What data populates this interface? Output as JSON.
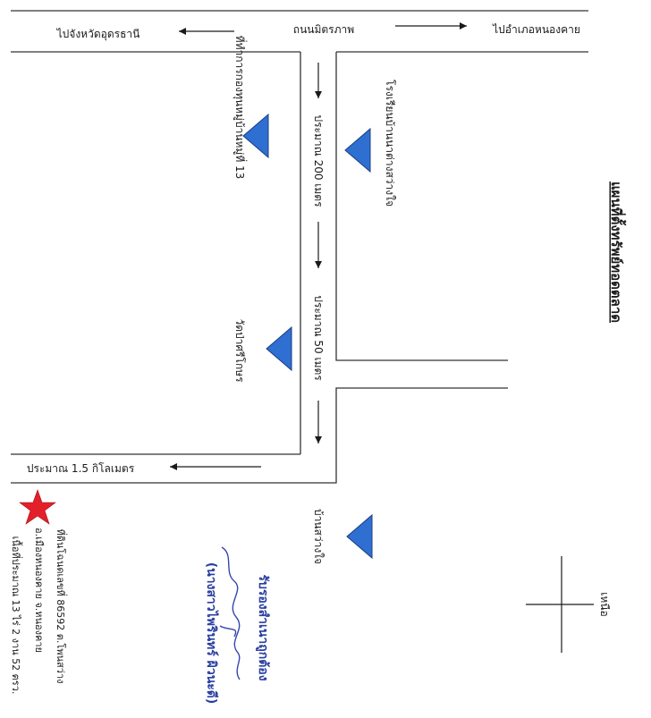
{
  "map": {
    "title": "แผนที่ตั้งทรัพย์ทอดตลาด",
    "main_road": "ถนนมิตรภาพ",
    "direction_left": "ไปจังหวัดอุดรธานี",
    "direction_right": "ไปอำเภอหนองคาย",
    "distance_200": "ประมาณ 200 เมตร",
    "distance_50": "ประมาณ 50 เมตร",
    "distance_1_5": "ประมาณ 1.5 กิโลเมตร",
    "north_label": "เหนือ"
  },
  "landmarks": [
    {
      "label": "ที่ทำการกองทุนหมู่บ้านหมู่ที่ 13"
    },
    {
      "label": "โรงเรียนบ้านนาต่างสว่างใจ"
    },
    {
      "label": "วัดป่าศรีโกษร"
    },
    {
      "label": "บ้านสว่างใจ"
    }
  ],
  "property": {
    "line1": "ที่ดินโฉนดเลขที่ 86592 ต.โพนสว่าง",
    "line2": "อ.เมืองหนองคาย จ.หนองคาย",
    "line3": "เนื้อที่ประมาณ 13 ไร่ 2 งาน 52 ตรว."
  },
  "certification": {
    "title": "รับรองสำเนาถูกต้อง",
    "name": "(นางสาวไพรินทร์ ผิวนะดี)"
  },
  "colors": {
    "landmark": "#2e6fd1",
    "star": "#e3202a",
    "stamp": "#2a3fa0"
  }
}
